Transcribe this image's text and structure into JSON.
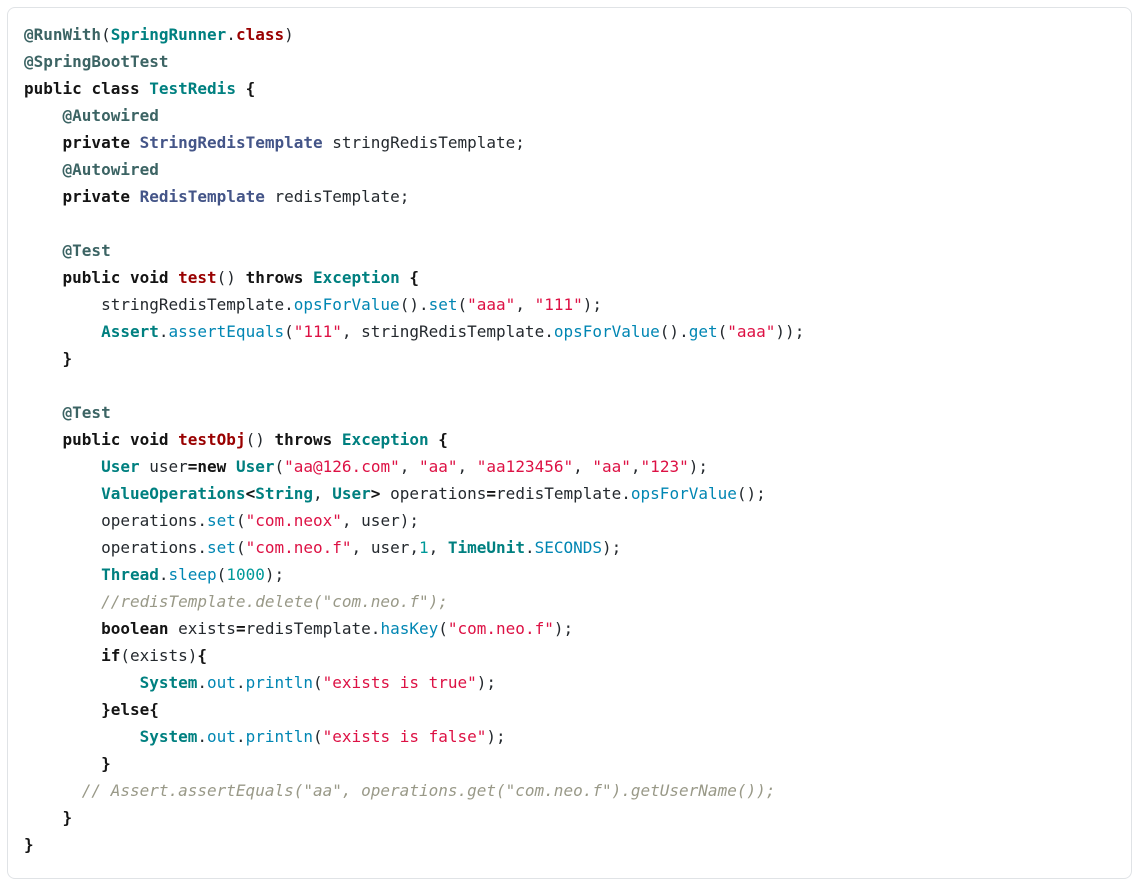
{
  "page": {
    "background": "#ffffff"
  },
  "code_block": {
    "language": "java",
    "background": "#ffffff",
    "border_color": "#e0e3e6",
    "palette": {
      "kw": {
        "color": "#141414",
        "bold": true,
        "italic": false,
        "role": "keyword"
      },
      "ann": {
        "color": "#3c6464",
        "bold": true,
        "italic": false,
        "role": "annotation"
      },
      "typ": {
        "color": "#008080",
        "bold": true,
        "italic": false,
        "role": "class-type"
      },
      "cls": {
        "color": "#445588",
        "bold": true,
        "italic": false,
        "role": "declared-class-type"
      },
      "fn": {
        "color": "#990000",
        "bold": true,
        "italic": false,
        "role": "function-name"
      },
      "mth": {
        "color": "#0086b3",
        "bold": false,
        "italic": false,
        "role": "method-call"
      },
      "str": {
        "color": "#dd1144",
        "bold": false,
        "italic": false,
        "role": "string-literal"
      },
      "num": {
        "color": "#009999",
        "bold": false,
        "italic": false,
        "role": "number-literal"
      },
      "com": {
        "color": "#999988",
        "bold": false,
        "italic": true,
        "role": "comment"
      },
      "op": {
        "color": "#141414",
        "bold": true,
        "italic": false,
        "role": "operator"
      },
      "pln": {
        "color": "#24292e",
        "bold": false,
        "italic": false,
        "role": "plain"
      }
    },
    "lines": [
      [
        [
          "ann",
          "@RunWith"
        ],
        [
          "pln",
          "("
        ],
        [
          "typ",
          "SpringRunner"
        ],
        [
          "pln",
          "."
        ],
        [
          "fn",
          "class"
        ],
        [
          "pln",
          ")"
        ]
      ],
      [
        [
          "ann",
          "@SpringBootTest"
        ]
      ],
      [
        [
          "kw",
          "public"
        ],
        [
          "pln",
          " "
        ],
        [
          "kw",
          "class"
        ],
        [
          "pln",
          " "
        ],
        [
          "typ",
          "TestRedis"
        ],
        [
          "pln",
          " "
        ],
        [
          "kw",
          "{"
        ]
      ],
      [
        [
          "pln",
          "    "
        ],
        [
          "ann",
          "@Autowired"
        ]
      ],
      [
        [
          "pln",
          "    "
        ],
        [
          "kw",
          "private"
        ],
        [
          "pln",
          " "
        ],
        [
          "cls",
          "StringRedisTemplate"
        ],
        [
          "pln",
          " stringRedisTemplate;"
        ]
      ],
      [
        [
          "pln",
          "    "
        ],
        [
          "ann",
          "@Autowired"
        ]
      ],
      [
        [
          "pln",
          "    "
        ],
        [
          "kw",
          "private"
        ],
        [
          "pln",
          " "
        ],
        [
          "cls",
          "RedisTemplate"
        ],
        [
          "pln",
          " redisTemplate;"
        ]
      ],
      [],
      [
        [
          "pln",
          "    "
        ],
        [
          "ann",
          "@Test"
        ]
      ],
      [
        [
          "pln",
          "    "
        ],
        [
          "kw",
          "public"
        ],
        [
          "pln",
          " "
        ],
        [
          "kw",
          "void"
        ],
        [
          "pln",
          " "
        ],
        [
          "fn",
          "test"
        ],
        [
          "pln",
          "() "
        ],
        [
          "kw",
          "throws"
        ],
        [
          "pln",
          " "
        ],
        [
          "typ",
          "Exception"
        ],
        [
          "pln",
          " "
        ],
        [
          "kw",
          "{"
        ]
      ],
      [
        [
          "pln",
          "        stringRedisTemplate."
        ],
        [
          "mth",
          "opsForValue"
        ],
        [
          "pln",
          "()."
        ],
        [
          "mth",
          "set"
        ],
        [
          "pln",
          "("
        ],
        [
          "str",
          "\"aaa\""
        ],
        [
          "pln",
          ", "
        ],
        [
          "str",
          "\"111\""
        ],
        [
          "pln",
          ");"
        ]
      ],
      [
        [
          "pln",
          "        "
        ],
        [
          "typ",
          "Assert"
        ],
        [
          "pln",
          "."
        ],
        [
          "mth",
          "assertEquals"
        ],
        [
          "pln",
          "("
        ],
        [
          "str",
          "\"111\""
        ],
        [
          "pln",
          ", stringRedisTemplate."
        ],
        [
          "mth",
          "opsForValue"
        ],
        [
          "pln",
          "()."
        ],
        [
          "mth",
          "get"
        ],
        [
          "pln",
          "("
        ],
        [
          "str",
          "\"aaa\""
        ],
        [
          "pln",
          "));"
        ]
      ],
      [
        [
          "pln",
          "    "
        ],
        [
          "kw",
          "}"
        ]
      ],
      [],
      [
        [
          "pln",
          "    "
        ],
        [
          "ann",
          "@Test"
        ]
      ],
      [
        [
          "pln",
          "    "
        ],
        [
          "kw",
          "public"
        ],
        [
          "pln",
          " "
        ],
        [
          "kw",
          "void"
        ],
        [
          "pln",
          " "
        ],
        [
          "fn",
          "testObj"
        ],
        [
          "pln",
          "() "
        ],
        [
          "kw",
          "throws"
        ],
        [
          "pln",
          " "
        ],
        [
          "typ",
          "Exception"
        ],
        [
          "pln",
          " "
        ],
        [
          "kw",
          "{"
        ]
      ],
      [
        [
          "pln",
          "        "
        ],
        [
          "typ",
          "User"
        ],
        [
          "pln",
          " user"
        ],
        [
          "op",
          "="
        ],
        [
          "kw",
          "new"
        ],
        [
          "pln",
          " "
        ],
        [
          "typ",
          "User"
        ],
        [
          "pln",
          "("
        ],
        [
          "str",
          "\"aa@126.com\""
        ],
        [
          "pln",
          ", "
        ],
        [
          "str",
          "\"aa\""
        ],
        [
          "pln",
          ", "
        ],
        [
          "str",
          "\"aa123456\""
        ],
        [
          "pln",
          ", "
        ],
        [
          "str",
          "\"aa\""
        ],
        [
          "pln",
          ","
        ],
        [
          "str",
          "\"123\""
        ],
        [
          "pln",
          ");"
        ]
      ],
      [
        [
          "pln",
          "        "
        ],
        [
          "typ",
          "ValueOperations"
        ],
        [
          "op",
          "<"
        ],
        [
          "typ",
          "String"
        ],
        [
          "pln",
          ", "
        ],
        [
          "typ",
          "User"
        ],
        [
          "op",
          ">"
        ],
        [
          "pln",
          " operations"
        ],
        [
          "op",
          "="
        ],
        [
          "pln",
          "redisTemplate."
        ],
        [
          "mth",
          "opsForValue"
        ],
        [
          "pln",
          "();"
        ]
      ],
      [
        [
          "pln",
          "        operations."
        ],
        [
          "mth",
          "set"
        ],
        [
          "pln",
          "("
        ],
        [
          "str",
          "\"com.neox\""
        ],
        [
          "pln",
          ", user);"
        ]
      ],
      [
        [
          "pln",
          "        operations."
        ],
        [
          "mth",
          "set"
        ],
        [
          "pln",
          "("
        ],
        [
          "str",
          "\"com.neo.f\""
        ],
        [
          "pln",
          ", user,"
        ],
        [
          "num",
          "1"
        ],
        [
          "pln",
          ", "
        ],
        [
          "typ",
          "TimeUnit"
        ],
        [
          "pln",
          "."
        ],
        [
          "mth",
          "SECONDS"
        ],
        [
          "pln",
          ");"
        ]
      ],
      [
        [
          "pln",
          "        "
        ],
        [
          "typ",
          "Thread"
        ],
        [
          "pln",
          "."
        ],
        [
          "mth",
          "sleep"
        ],
        [
          "pln",
          "("
        ],
        [
          "num",
          "1000"
        ],
        [
          "pln",
          ");"
        ]
      ],
      [
        [
          "pln",
          "        "
        ],
        [
          "com",
          "//redisTemplate.delete(\"com.neo.f\");"
        ]
      ],
      [
        [
          "pln",
          "        "
        ],
        [
          "kw",
          "boolean"
        ],
        [
          "pln",
          " exists"
        ],
        [
          "op",
          "="
        ],
        [
          "pln",
          "redisTemplate."
        ],
        [
          "mth",
          "hasKey"
        ],
        [
          "pln",
          "("
        ],
        [
          "str",
          "\"com.neo.f\""
        ],
        [
          "pln",
          ");"
        ]
      ],
      [
        [
          "pln",
          "        "
        ],
        [
          "kw",
          "if"
        ],
        [
          "pln",
          "(exists)"
        ],
        [
          "kw",
          "{"
        ]
      ],
      [
        [
          "pln",
          "            "
        ],
        [
          "typ",
          "System"
        ],
        [
          "pln",
          "."
        ],
        [
          "mth",
          "out"
        ],
        [
          "pln",
          "."
        ],
        [
          "mth",
          "println"
        ],
        [
          "pln",
          "("
        ],
        [
          "str",
          "\"exists is true\""
        ],
        [
          "pln",
          ");"
        ]
      ],
      [
        [
          "pln",
          "        "
        ],
        [
          "kw",
          "}else{"
        ]
      ],
      [
        [
          "pln",
          "            "
        ],
        [
          "typ",
          "System"
        ],
        [
          "pln",
          "."
        ],
        [
          "mth",
          "out"
        ],
        [
          "pln",
          "."
        ],
        [
          "mth",
          "println"
        ],
        [
          "pln",
          "("
        ],
        [
          "str",
          "\"exists is false\""
        ],
        [
          "pln",
          ");"
        ]
      ],
      [
        [
          "pln",
          "        "
        ],
        [
          "kw",
          "}"
        ]
      ],
      [
        [
          "pln",
          "      "
        ],
        [
          "com",
          "// Assert.assertEquals(\"aa\", operations.get(\"com.neo.f\").getUserName());"
        ]
      ],
      [
        [
          "pln",
          "    "
        ],
        [
          "kw",
          "}"
        ]
      ],
      [
        [
          "kw",
          "}"
        ]
      ]
    ]
  }
}
